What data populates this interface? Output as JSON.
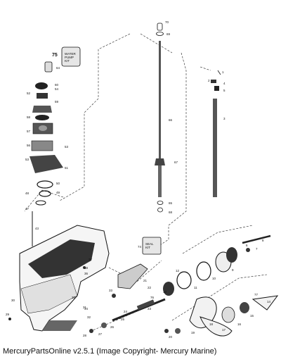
{
  "footer": {
    "caption": "MercuryPartsOnline v2.5.1 (Image Copyright- Mercury Marine)"
  },
  "callouts": {
    "c75": "75",
    "c70": "70",
    "c69": "69",
    "c64": "64",
    "c60": "60",
    "c54": "54",
    "c59": "59",
    "c58": "58",
    "c57": "57",
    "c56": "56",
    "c53": "53",
    "c52": "52",
    "c51": "51",
    "c50": "50",
    "c49": "49",
    "c48": "48",
    "c47": "47",
    "c43": "43",
    "c68": "68",
    "c67": "67",
    "c66": "66",
    "c65": "65",
    "c1": "1",
    "c2": "2",
    "c3": "3",
    "c4": "4",
    "c5": "5",
    "c6": "6",
    "c7": "7",
    "c8": "8",
    "c9": "9",
    "c10": "10",
    "c11": "11",
    "c12": "12",
    "c13": "13",
    "c14": "14",
    "c15": "15",
    "c16": "16",
    "c17": "17",
    "c18": "18",
    "c19": "19",
    "c20": "20",
    "c21": "21",
    "c22": "22",
    "c23": "23",
    "c24": "24",
    "c25": "25",
    "c26": "26",
    "c27": "27",
    "c28": "28",
    "c29": "29",
    "c30": "30",
    "c31": "31",
    "c32": "32",
    "c33": "33",
    "c34": "34",
    "c35": "35",
    "c36": "36",
    "c37": "37",
    "c38": "38",
    "c74": "74",
    "c76": "76",
    "c77": "77"
  },
  "kit_label_top": "WATER PUMP KIT",
  "kit_label_mid": "SEAL KIT"
}
